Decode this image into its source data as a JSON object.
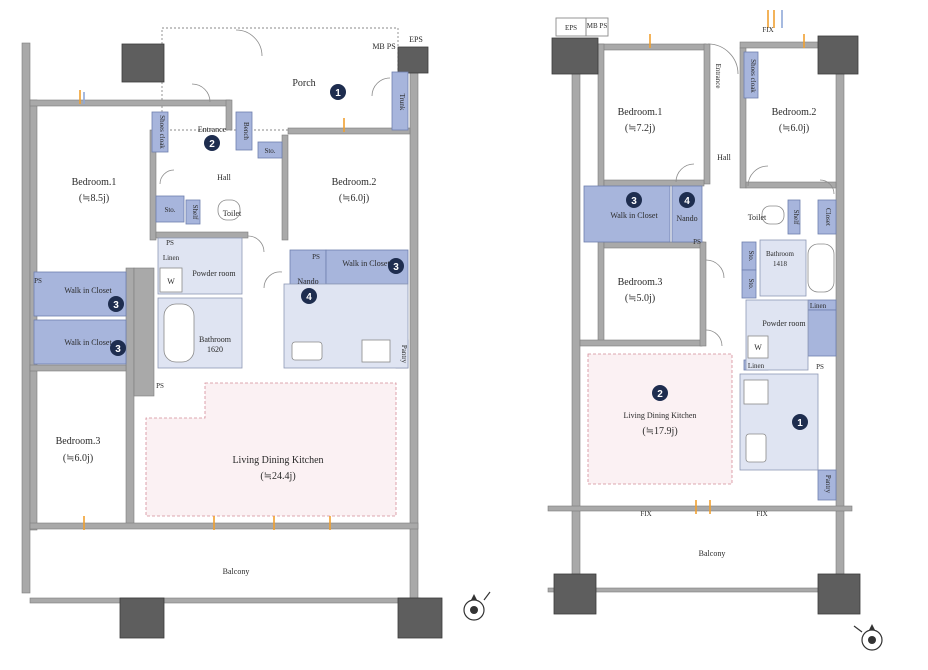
{
  "plan_left": {
    "labels": {
      "porch": "Porch",
      "entrance": "Entrance",
      "shoes_cloak": "Shoes cloak",
      "bench": "Bench",
      "sto_entrance": "Sto.",
      "mbps": "MB PS",
      "eps": "EPS",
      "trunk": "Trunk",
      "hall": "Hall",
      "bedroom1": "Bedroom.1",
      "bedroom1_size": "(≒8.5j)",
      "bedroom2": "Bedroom.2",
      "bedroom2_size": "(≒6.0j)",
      "bedroom3": "Bedroom.3",
      "bedroom3_size": "(≒6.0j)",
      "sto_hall": "Sto.",
      "shelf": "Shelf",
      "toilet": "Toilet",
      "ps_a": "PS",
      "ps_b": "PS",
      "ps_c": "PS",
      "ps_d": "PS",
      "linen": "Linen",
      "powder": "Powder room",
      "w": "W",
      "bath": "Bathroom",
      "bath_size": "1620",
      "nando": "Nando",
      "wic_b2": "Walk in Closet",
      "wic1": "Walk in Closet",
      "wic2": "Walk in Closet",
      "ldk": "Living Dining Kitchen",
      "ldk_size": "(≒24.4j)",
      "pantry": "Pantry",
      "balcony": "Balcony"
    },
    "badges": [
      "1",
      "2",
      "3",
      "4",
      "3",
      "3"
    ]
  },
  "plan_right": {
    "labels": {
      "eps": "EPS",
      "mbps": "MB PS",
      "entrance": "Entrance",
      "shoes_cloak": "Shoes cloak",
      "bedroom1": "Bedroom.1",
      "bedroom1_size": "(≒7.2j)",
      "bedroom2": "Bedroom.2",
      "bedroom2_size": "(≒6.0j)",
      "bedroom3": "Bedroom.3",
      "bedroom3_size": "(≒5.0j)",
      "hall": "Hall",
      "wic": "Walk in Closet",
      "nando": "Nando",
      "toilet": "Toilet",
      "shelf": "Shelf",
      "closet": "Closet",
      "ps_a": "PS",
      "ps_b": "PS",
      "sto1": "Sto.",
      "sto2": "Sto.",
      "bath": "Bathroom",
      "bath_size": "1418",
      "linen_a": "Linen",
      "linen_b": "Linen",
      "powder": "Powder room",
      "w": "W",
      "ldk": "Living Dining Kitchen",
      "ldk_size": "(≒17.9j)",
      "pantry": "Pantry",
      "balcony": "Balcony",
      "fix1": "FIX",
      "fix2": "FIX",
      "fix3": "FIX"
    },
    "badges": [
      "1",
      "2",
      "3",
      "4"
    ]
  },
  "colors": {
    "storage": "#a7b5dc",
    "wet_area": "#dfe4f2",
    "ldk_fill": "#fbf1f3",
    "ldk_border": "#d48c98",
    "badge": "#1e2d4f",
    "window_marker": "#f0a030",
    "walls": "#a9a9a9"
  },
  "icons": [
    "compass-icon",
    "compass-icon"
  ]
}
